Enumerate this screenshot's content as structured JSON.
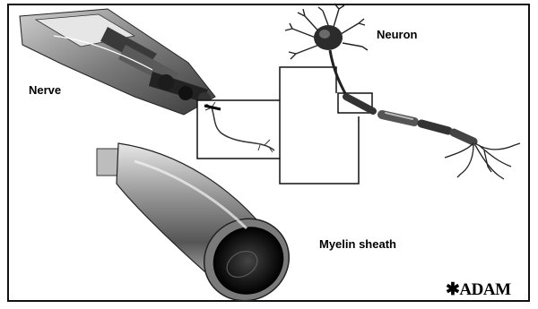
{
  "labels": {
    "nerve": "Nerve",
    "neuron": "Neuron",
    "myelin_sheath": "Myelin sheath"
  },
  "brand": {
    "logo_text": "✱ADAM"
  },
  "colors": {
    "border": "#111111",
    "dark_tissue": "#2b2b2b",
    "mid_tissue": "#8c8c8c",
    "light_tissue": "#d9d9d9"
  }
}
